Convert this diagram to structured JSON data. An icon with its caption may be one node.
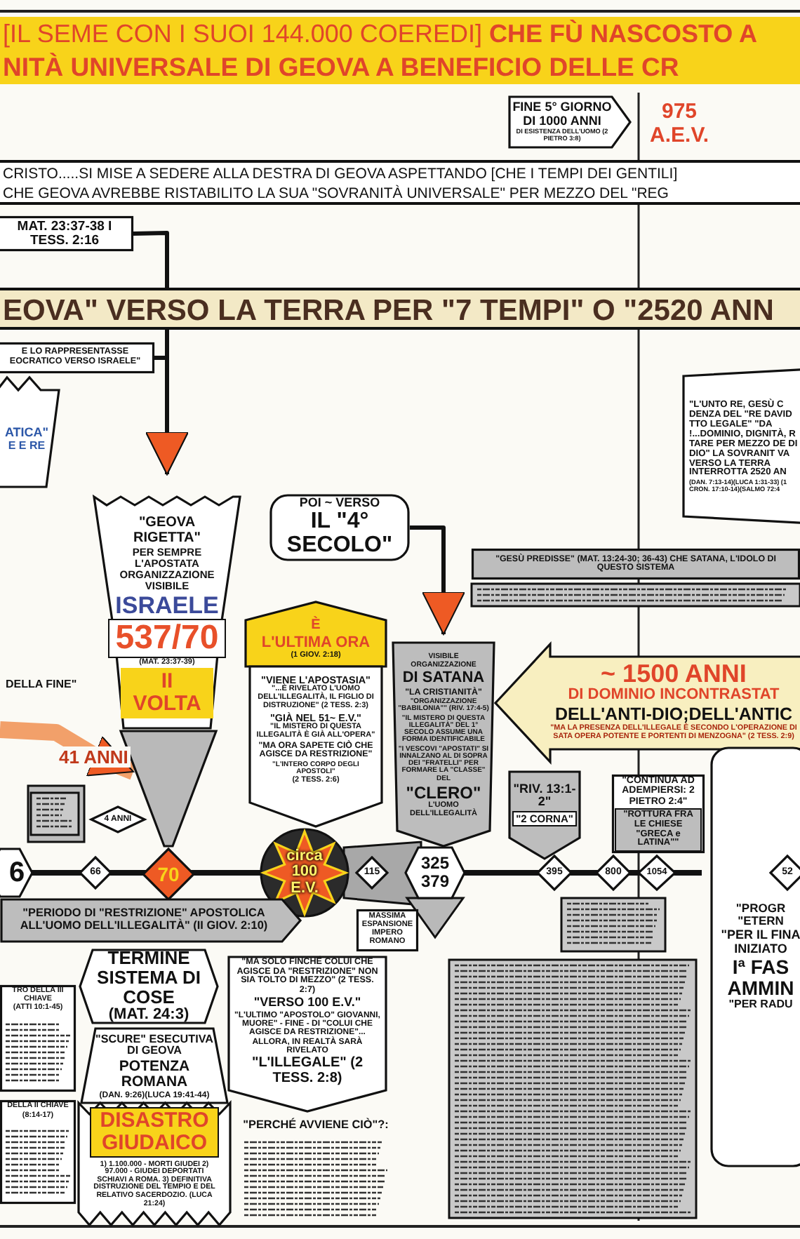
{
  "diagram": {
    "nodes": [
      {
        "text": [
          "FINE 5° GIORNO DI 1000 ANNI",
          "DI ESISTENZA DELL'UOMO (2 PIETRO 3:8)"
        ],
        "beside": [
          "975 A.E.V."
        ]
      },
      {
        "text": [
          "MAT. 23:37-38 I TESS. 2:16"
        ]
      },
      {
        "text": [
          "E LO RAPPRESENTASSE EOCRATICO VERSO ISRAELE\""
        ]
      },
      {
        "text": [
          "ATICA\"",
          "E E RE"
        ]
      },
      {
        "text": [
          "\"L'UNTO RE, GESÙ C DENZA DEL \"RE DAVID TTO LEGALE\" \"DA !...DOMINIO, DIGNITÀ, R TARE PER MEZZO DE DI DIO\" LA SOVRANIT VA VERSO LA TERRA INTERROTTA 2520 AN",
          "(DAN. 7:13-14)(LUCA 1:31-33) (1 CRON. 17:10-14)(SALMO 72:4"
        ]
      },
      {
        "text": [
          "\"GEOVA RIGETTA\"",
          "PER SEMPRE L'APOSTATA ORGANIZZAZIONE VISIBILE",
          "ISRAELE",
          "537/70",
          "(MAT. 23:37-39)",
          "II VOLTA"
        ]
      },
      {
        "text": [
          "POI ~ VERSO",
          "IL \"4° SECOLO\""
        ]
      },
      {
        "text": [
          "\"GESÙ PREDISSE\" (MAT. 13:24-30; 36-43) CHE SATANA, L'IDOLO DI QUESTO SISTEMA"
        ]
      },
      {
        "text": [
          "È",
          "L'ULTIMA ORA",
          "(1 GIOV. 2:18)",
          "\"VIENE L'APOSTASIA\"",
          "\"...È RIVELATO L'UOMO DELL'ILLEGALITÀ, IL FIGLIO DI DISTRUZIONE\" (2 TESS. 2:3)",
          "\"GIÀ NEL 51~ E.V.\"",
          "\"IL MISTERO DI QUESTA ILLEGALITÀ È GIÀ ALL'OPERA\"",
          "\"MA ORA SAPETE CIÒ CHE AGISCE DA RESTRIZIONE\"",
          "\"L'INTERO CORPO DEGLI APOSTOLI\"",
          "(2 TESS. 2:6)"
        ]
      },
      {
        "text": [
          "VISIBILE ORGANIZZAZIONE",
          "DI SATANA",
          "\"LA CRISTIANITÀ\"",
          "\"ORGANIZZAZIONE \"BABILONIA\"\" (RIV. 17:4-5)",
          "\"IL MISTERO DI QUESTA ILLEGALITÀ\" DEL 1° SECOLO ASSUME UNA FORMA IDENTIFICABILE",
          "\"I VESCOVI \"APOSTATI\" SI INNALZANO AL DI SOPRA DEI \"FRATELLI\" PER FORMARE LA \"CLASSE\" DEL",
          "\"CLERO\"",
          "L'UOMO DELL'ILLEGALITÀ"
        ]
      },
      {
        "text": [
          "~ 1500 ANNI",
          "DI DOMINIO INCONTRASTAT",
          "DELL'ANTI-DIO;DELL'ANTIC",
          "\"MA LA PRESENZA DELL'ILLEGALE È SECONDO L'OPERAZIONE DI SATA OPERA POTENTE E PORTENTI DI MENZOGNA\" (2 TESS. 2:9)"
        ]
      },
      {
        "text": [
          "\"RIV. 13:1-2\"",
          "\"2 CORNA\""
        ]
      },
      {
        "text": [
          "\"CONTINUA AD ADEMPIERSI: 2 PIETRO 2:4\"",
          "\"ROTTURA FRA LE CHIESE \"GRECA e LATINA\"\""
        ]
      },
      {
        "text": [
          "\"PROGR \"ETERN",
          "\"PER IL FINA INIZIATO",
          "Iª FAS AMMIN",
          "\"PER RADU"
        ]
      },
      {
        "text": [
          "6"
        ]
      },
      {
        "text": [
          "66"
        ]
      },
      {
        "text": [
          "4 ANNI"
        ]
      },
      {
        "text": [
          "70"
        ]
      },
      {
        "text": [
          "circa 100 E.V."
        ]
      },
      {
        "text": [
          "115"
        ]
      },
      {
        "text": [
          "325 379"
        ]
      },
      {
        "text": [
          "395"
        ]
      },
      {
        "text": [
          "800"
        ]
      },
      {
        "text": [
          "1054"
        ]
      },
      {
        "text": [
          "52"
        ],
        "in": 13
      },
      {
        "text": [
          "\"PERIODO DI \"RESTRIZIONE\" APOSTOLICA ALL'UOMO DELL'ILLEGALITÀ\" (II GIOV. 2:10)"
        ]
      },
      {
        "text": [
          "MASSIMA ESPANSIONE IMPERO ROMANO"
        ]
      },
      {
        "text": [
          "TERMINE SISTEMA DI COSE",
          "(MAT. 24:3)"
        ]
      },
      {
        "text": [
          "\"MA SOLO FINCHÉ COLUI CHE AGISCE DA \"RESTRIZIONE\" NON SIA TOLTO DI MEZZO\" (2 TESS. 2:7)",
          "\"VERSO 100 E.V.\"",
          "\"L'ULTIMO \"APOSTOLO\" GIOVANNI, MUORE\" - FINE - DI \"COLUI CHE AGISCE DA RESTRIZIONE\"... ALLORA, IN REALTÀ SARÀ RIVELATO",
          "\"L'ILLEGALE\" (2 TESS. 2:8)"
        ]
      },
      {
        "text": [
          "TRO DELLA III CHIAVE",
          "(ATTI 10:1-45)"
        ]
      },
      {
        "text": [
          "\"SCURE\" ESECUTIVA DI GEOVA",
          "POTENZA ROMANA",
          "(DAN. 9:26)(LUCA 19:41-44)",
          "DISASTRO GIUDAICO",
          "1) 1.100.000 - MORTI GIUDEI 2) 97.000 - GIUDEI DEPORTATI SCHIAVI A ROMA. 3) DEFINITIVA DISTRUZIONE DEL TEMPIO E DEL RELATIVO SACERDOZIO. (LUCA 21:24)"
        ]
      },
      {
        "text": [
          "\"PERCHÉ AVVIENE CIÒ\"?:"
        ]
      },
      {
        "text": [
          "DELLA II CHIAVE",
          "(8:14-17)"
        ]
      },
      {
        "text": [],
        "shape": "cone"
      }
    ],
    "edges": [
      {
        "from": 1,
        "to": 5,
        "arrow": "to"
      },
      {
        "from": 2,
        "to": 5,
        "arrow": "to"
      },
      {
        "from": null,
        "to": 33,
        "arrow": "to",
        "label": "41 ANNI",
        "style": "thick",
        "color": "#f2a06a"
      },
      {
        "from": 6,
        "to": 9,
        "arrow": "to"
      }
    ],
    "labels": [
      "[IL SEME CON I SUOI 144.000 COEREDI] **CHE FÙ NASCOSTO A**",
      "NITÀ UNIVERSALE DI GEOVA A BENEFICIO DELLE CR",
      "CRISTO.....SI MISE A SEDERE ALLA DESTRA DI GEOVA ASPETTANDO [CHE I TEMPI DEI GENTILI]",
      "CHE GEOVA AVREBBE RISTABILITO LA SUA \"SOVRANITÀ UNIVERSALE\" PER MEZZO DEL \"REG",
      "EOVA\" VERSO LA TERRA PER \"7 TEMPI\" O \"2520 ANN",
      "DELLA FINE\""
    ]
  }
}
